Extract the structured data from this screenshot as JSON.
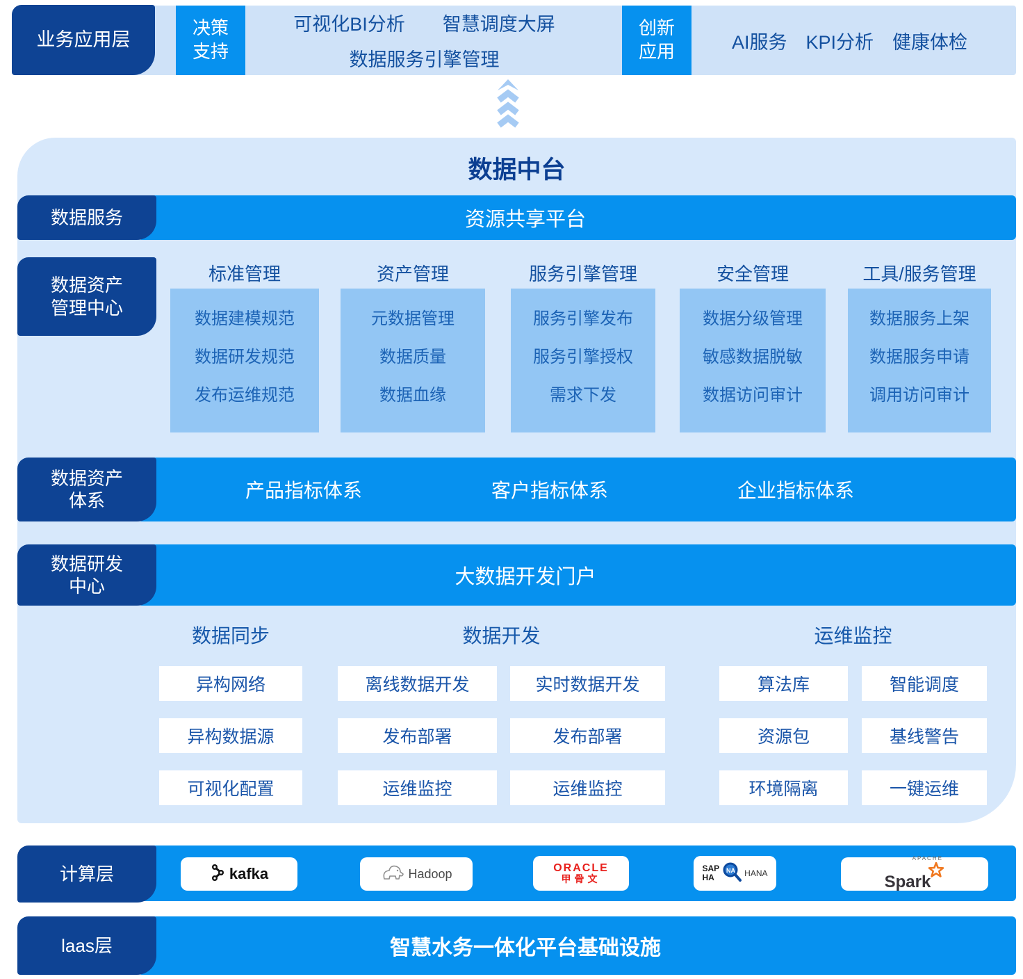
{
  "colors": {
    "navy": "#0e4394",
    "azure": "#0691ef",
    "band_blue": "#cfe2f8",
    "panel_blue": "#d7e8fb",
    "item_box_blue": "#93c6f4",
    "dark_text_blue": "#13509f",
    "oracle_red": "#e8211d",
    "spark_orange": "#f07820"
  },
  "top": {
    "layer_label": "业务应用层",
    "decision_tag": [
      "决策",
      "支持"
    ],
    "decision_line1": "可视化BI分析　　智慧调度大屏",
    "decision_line2": "数据服务引擎管理",
    "innovation_tag": [
      "创新",
      "应用"
    ],
    "innovation_items": "AI服务　KPI分析　健康体检"
  },
  "middle": {
    "title": "数据中台",
    "data_service": {
      "label": "数据服务",
      "platform": "资源共享平台"
    },
    "asset_center": {
      "label": [
        "数据资产",
        "管理中心"
      ],
      "columns": [
        {
          "header": "标准管理",
          "items": [
            "数据建模规范",
            "数据研发规范",
            "发布运维规范"
          ]
        },
        {
          "header": "资产管理",
          "items": [
            "元数据管理",
            "数据质量",
            "数据血缘"
          ]
        },
        {
          "header": "服务引擎管理",
          "items": [
            "服务引擎发布",
            "服务引擎授权",
            "需求下发"
          ]
        },
        {
          "header": "安全管理",
          "items": [
            "数据分级管理",
            "敏感数据脱敏",
            "数据访问审计"
          ]
        },
        {
          "header": "工具/服务管理",
          "items": [
            "数据服务上架",
            "数据服务申请",
            "调用访问审计"
          ]
        }
      ]
    },
    "asset_system": {
      "label": [
        "数据资产",
        "体系"
      ],
      "systems": [
        "产品指标体系",
        "客户指标体系",
        "企业指标体系"
      ]
    },
    "dev_center": {
      "label": [
        "数据研发",
        "中心"
      ],
      "portal": "大数据开发门户",
      "groups": [
        {
          "header": "数据同步",
          "cols": [
            [
              "异构网络",
              "异构数据源",
              "可视化配置"
            ]
          ]
        },
        {
          "header": "数据开发",
          "cols": [
            [
              "离线数据开发",
              "发布部署",
              "运维监控"
            ],
            [
              "实时数据开发",
              "发布部署",
              "运维监控"
            ]
          ]
        },
        {
          "header": "运维监控",
          "cols": [
            [
              "算法库",
              "资源包",
              "环境隔离"
            ],
            [
              "智能调度",
              "基线警告",
              "一键运维"
            ]
          ]
        }
      ]
    }
  },
  "compute": {
    "label": "计算层",
    "kafka": "kafka",
    "hadoop": "Hadoop",
    "oracle_line1": "ORACLE",
    "oracle_line2": "甲骨文",
    "sap_line1": "SAP",
    "sap_line2": "HA",
    "hana": "HANA",
    "spark_apache": "APACHE",
    "spark": "Spark"
  },
  "iaas": {
    "label": "laas层",
    "infrastructure": "智慧水务一体化平台基础设施"
  }
}
